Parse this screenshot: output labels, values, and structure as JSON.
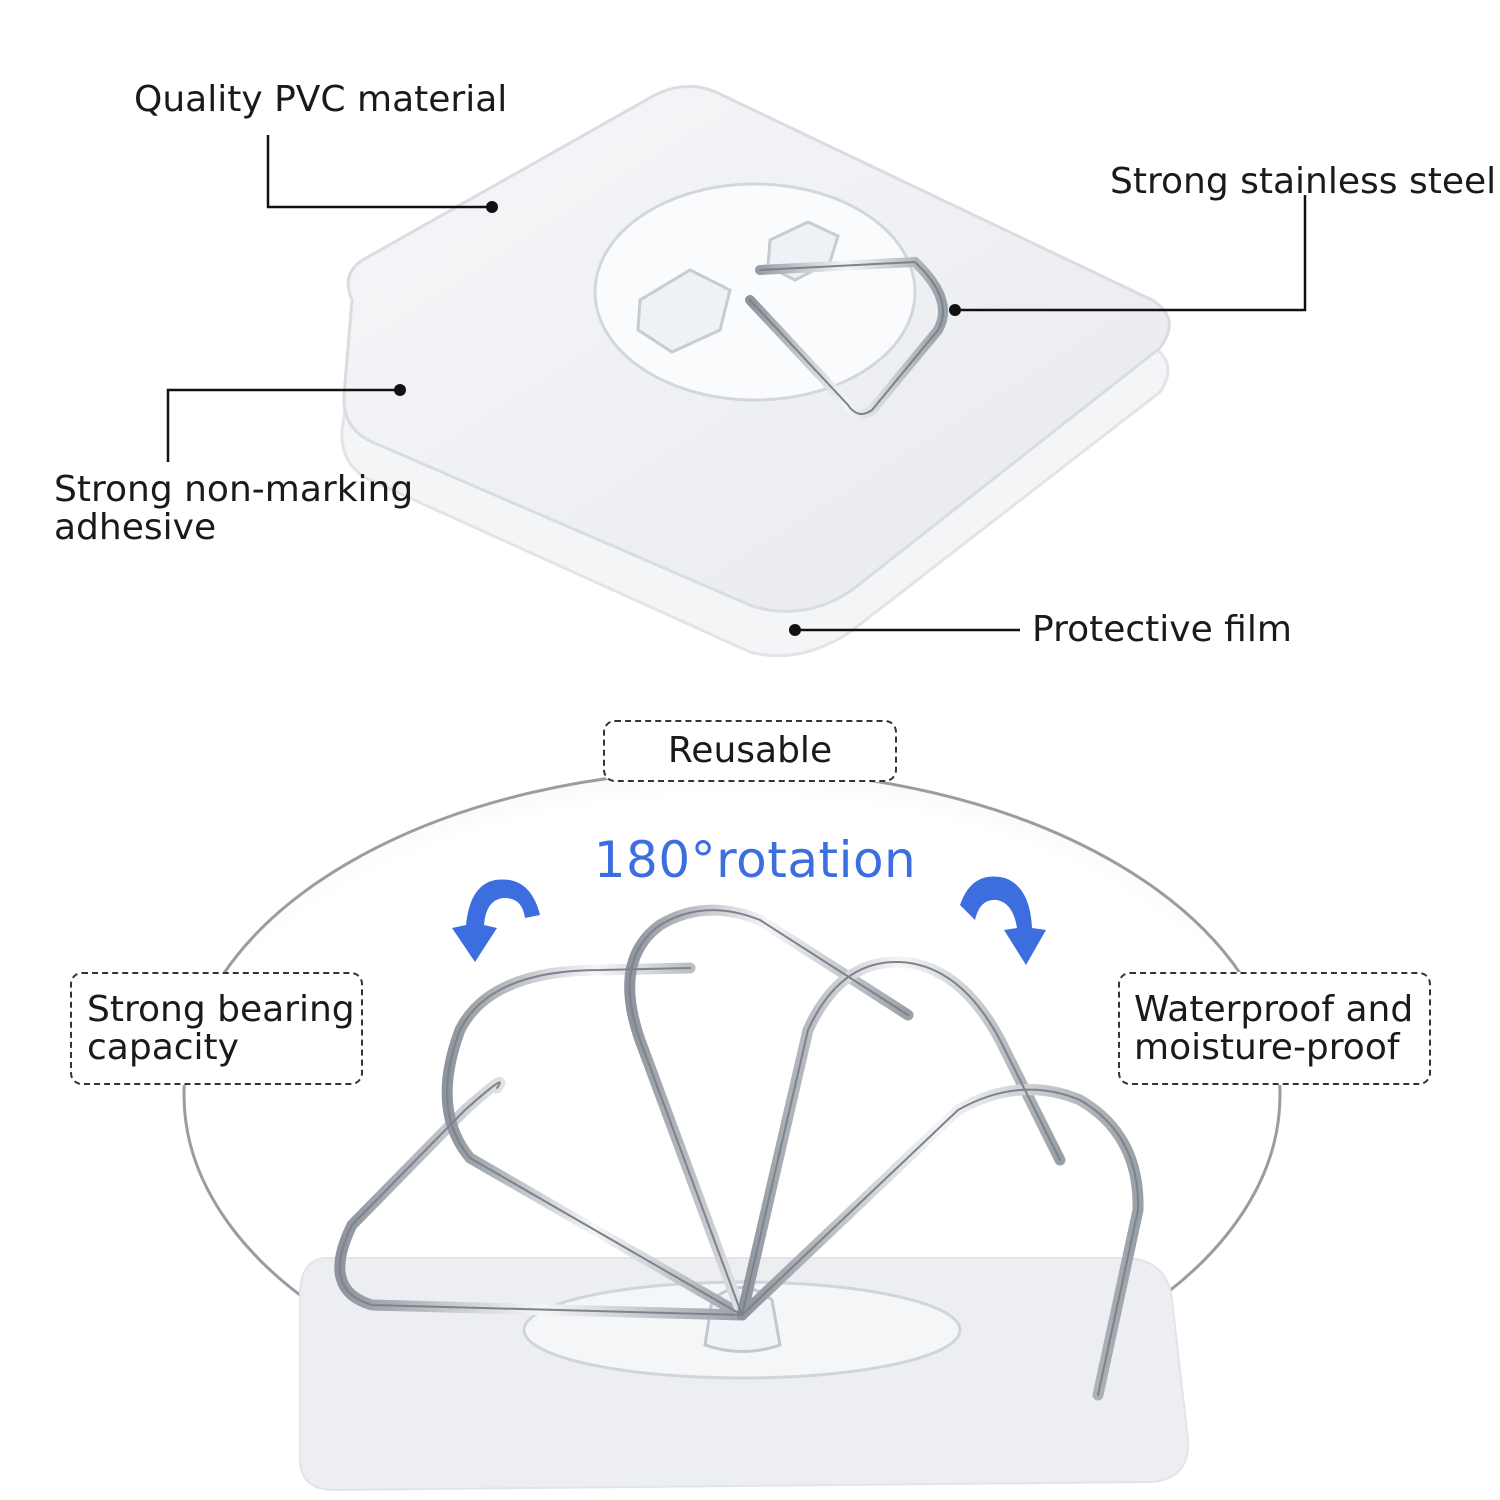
{
  "callouts_top": {
    "pvc": "Quality PVC material",
    "steel": "Strong stainless steel",
    "adhesive_line1": "Strong non-marking",
    "adhesive_line2": "adhesive",
    "film": "Protective film"
  },
  "features": {
    "reusable": "Reusable",
    "rotation": "180°rotation",
    "bearing_line1": "Strong bearing",
    "bearing_line2": "capacity",
    "waterproof_line1": "Waterproof and",
    "waterproof_line2": "moisture-proof"
  },
  "colors": {
    "accent_blue": "#3d6ee0",
    "leader_line": "#111111",
    "pad": "#eef0f3",
    "steel": "#b8bcc2"
  },
  "icons": [
    "rotate-left-arrow-icon",
    "rotate-right-arrow-icon"
  ]
}
